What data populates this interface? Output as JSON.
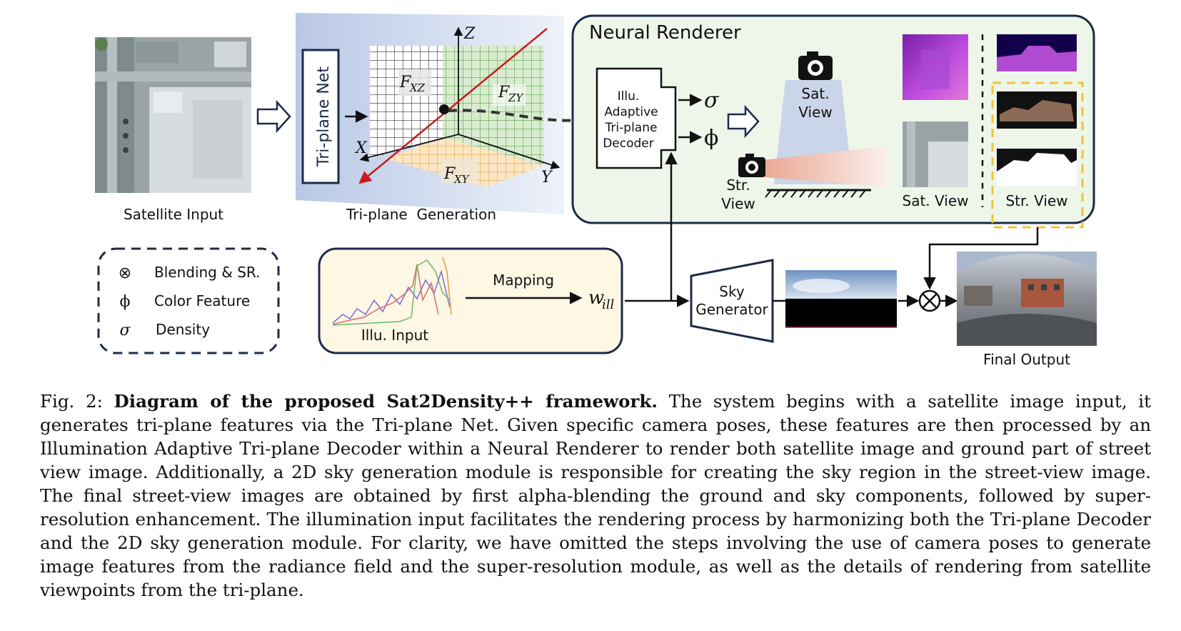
{
  "diagram": {
    "satellite_input_label": "Satellite Input",
    "triplane_net_label": "Tri-plane Net",
    "triplane_generation_label": "Tri-plane  Generation",
    "axes": {
      "z": "Z",
      "x": "X",
      "y": "Y"
    },
    "planes": {
      "xz": "F",
      "xz_sub": "XZ",
      "zy": "F",
      "zy_sub": "ZY",
      "xy": "F",
      "xy_sub": "XY"
    },
    "neural_renderer_title": "Neural Renderer",
    "decoder_lines": [
      "Illu.",
      "Adaptive",
      "Tri-plane",
      "Decoder"
    ],
    "sigma_symbol": "σ",
    "phi_symbol": "ϕ",
    "sat_view_cam_label_1": "Sat.",
    "sat_view_cam_label_2": "View",
    "str_view_cam_label_1": "Str.",
    "str_view_cam_label_2": "View",
    "sat_view_output_label": "Sat. View",
    "str_view_output_label": "Str. View",
    "legend": [
      {
        "symbol": "⊗",
        "text": "Blending & SR."
      },
      {
        "symbol": "ϕ",
        "text": "Color Feature"
      },
      {
        "symbol": "σ",
        "text": "Density"
      }
    ],
    "illu_input_label": "Illu. Input",
    "mapping_label": "Mapping",
    "w_ill": "w",
    "w_ill_sub": "ill",
    "sky_generator_lines": [
      "Sky",
      "Generator"
    ],
    "blend_symbol": "⊗",
    "final_output_label": "Final Output",
    "colors": {
      "dark_navy": "#1d2b4a",
      "green_panel": "#eef6ea",
      "cream_panel": "#fdf7e3",
      "yellow_dash": "#f0c43a",
      "red_axis": "#c61b1b"
    }
  },
  "caption": {
    "prefix": "Fig. 2: ",
    "title": "Diagram of the proposed Sat2Density++ framework.",
    "body": " The system begins with a satellite image input, it generates tri-plane features via the Tri-plane Net. Given specific camera poses, these features are then processed by an Illumination Adaptive Tri-plane Decoder within a Neural Renderer to render both satellite image and ground part of street view image. Additionally, a 2D sky generation module is responsible for creating the sky region in the street-view image. The final street-view images are obtained by first alpha-blending the ground and sky components, followed by super-resolution enhancement. The illumination input facilitates the rendering process by harmonizing both the Tri-plane Decoder and the 2D sky generation module. For clarity, we have omitted the steps involving the use of camera poses to generate image features from the radiance field and the super-resolution module, as well as the details of rendering from satellite viewpoints from the tri-plane."
  }
}
